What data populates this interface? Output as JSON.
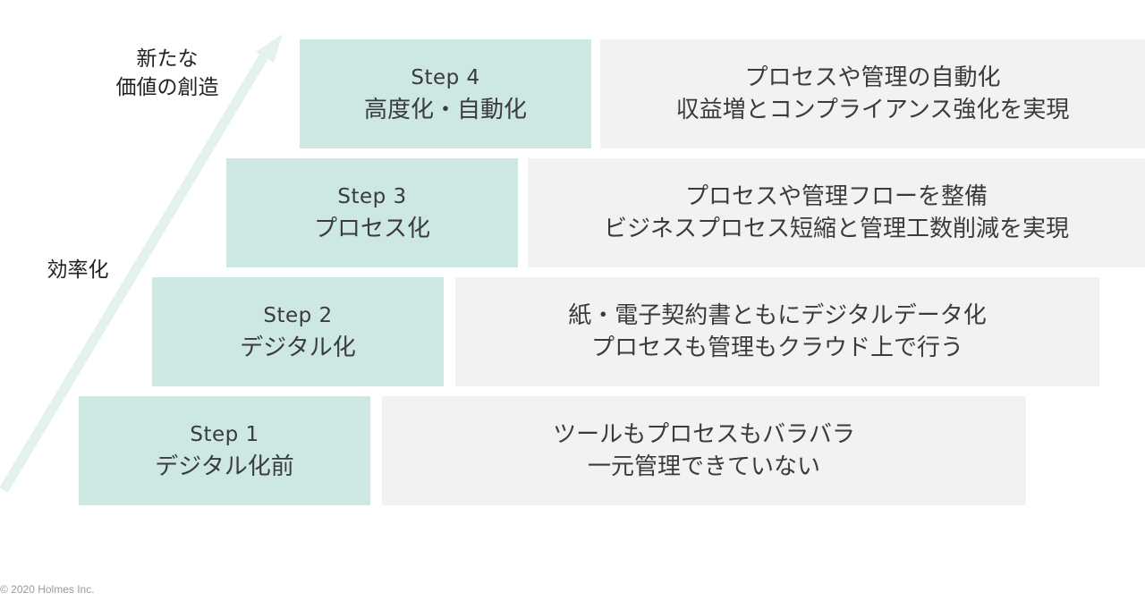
{
  "axis": {
    "top_label": [
      "新たな",
      "価値の創造"
    ],
    "mid_label": "効率化"
  },
  "steps": [
    {
      "step": "Step 4",
      "name": "高度化・自動化",
      "desc": [
        "プロセスや管理の自動化",
        "収益増とコンプライアンス強化を実現"
      ]
    },
    {
      "step": "Step 3",
      "name": "プロセス化",
      "desc": [
        "プロセスや管理フローを整備",
        "ビジネスプロセス短縮と管理工数削減を実現"
      ]
    },
    {
      "step": "Step 2",
      "name": "デジタル化",
      "desc": [
        "紙・電子契約書ともにデジタルデータ化",
        "プロセスも管理もクラウド上で行う"
      ]
    },
    {
      "step": "Step 1",
      "name": "デジタル化前",
      "desc": [
        "ツールもプロセスもバラバラ",
        "一元管理できていない"
      ]
    }
  ],
  "footer": {
    "copyright": "© 2020 Holmes Inc."
  },
  "colors": {
    "step_fill": "#cde7e3",
    "desc_fill": "#f2f2f2",
    "arrow": "#e3f2ef"
  }
}
